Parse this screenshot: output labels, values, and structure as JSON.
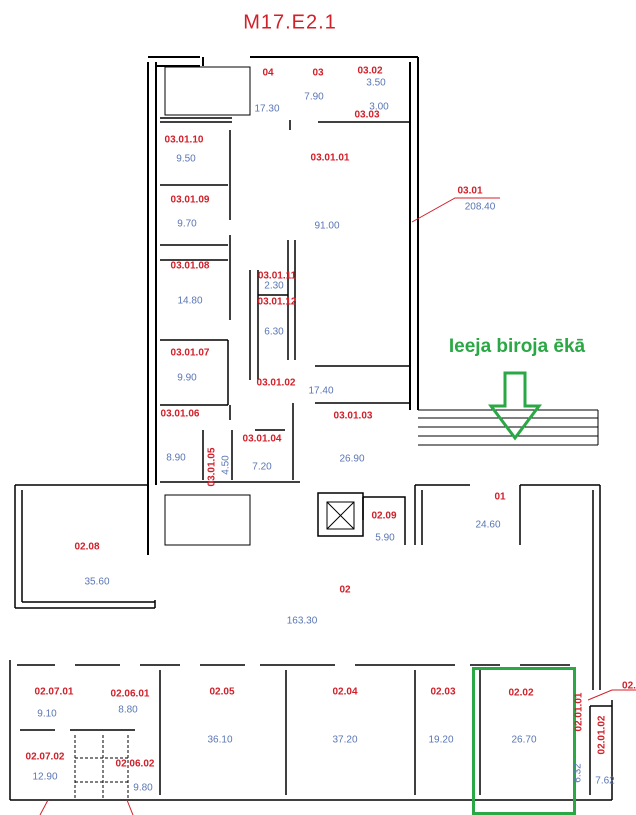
{
  "title": "M17.E2.1",
  "entrance_label": "Ieeja biroja ēkā",
  "colors": {
    "room_id": "#d0202a",
    "area": "#5a76b4",
    "highlight": "#2aa845",
    "walls": "#000000"
  },
  "rooms": [
    {
      "id": "04",
      "area": "17.30"
    },
    {
      "id": "03",
      "area": "7.90"
    },
    {
      "id": "03.02",
      "area": "3.50"
    },
    {
      "id": "03.03",
      "area": "3.00"
    },
    {
      "id": "03.01.10",
      "area": "9.50"
    },
    {
      "id": "03.01.01",
      "area": "91.00"
    },
    {
      "id": "03.01.09",
      "area": "9.70"
    },
    {
      "id": "03.01",
      "area": "208.40"
    },
    {
      "id": "03.01.08",
      "area": "14.80"
    },
    {
      "id": "03.01.11",
      "area": "2.30"
    },
    {
      "id": "03.01.12",
      "area": "6.30"
    },
    {
      "id": "03.01.07",
      "area": "9.90"
    },
    {
      "id": "03.01.02",
      "area": "17.40"
    },
    {
      "id": "03.01.06",
      "area": "8.90"
    },
    {
      "id": "03.01.03",
      "area": "26.90"
    },
    {
      "id": "03.01.04",
      "area": "7.20"
    },
    {
      "id": "03.01.05",
      "area": "4.50"
    },
    {
      "id": "01",
      "area": "24.60"
    },
    {
      "id": "02.09",
      "area": "5.90"
    },
    {
      "id": "02.08",
      "area": "35.60"
    },
    {
      "id": "02",
      "area": "163.30"
    },
    {
      "id": "02.07.01",
      "area": "9.10"
    },
    {
      "id": "02.06.01",
      "area": "8.80"
    },
    {
      "id": "02.05",
      "area": "36.10"
    },
    {
      "id": "02.04",
      "area": "37.20"
    },
    {
      "id": "02.03",
      "area": "19.20"
    },
    {
      "id": "02.02",
      "area": "26.70"
    },
    {
      "id": "02.01.01",
      "area": "6.32"
    },
    {
      "id": "02.01.02",
      "area": "7.62"
    },
    {
      "id": "02.07.02",
      "area": "12.90"
    },
    {
      "id": "02.06.02",
      "area": "9.80"
    }
  ],
  "partial_label": "02."
}
